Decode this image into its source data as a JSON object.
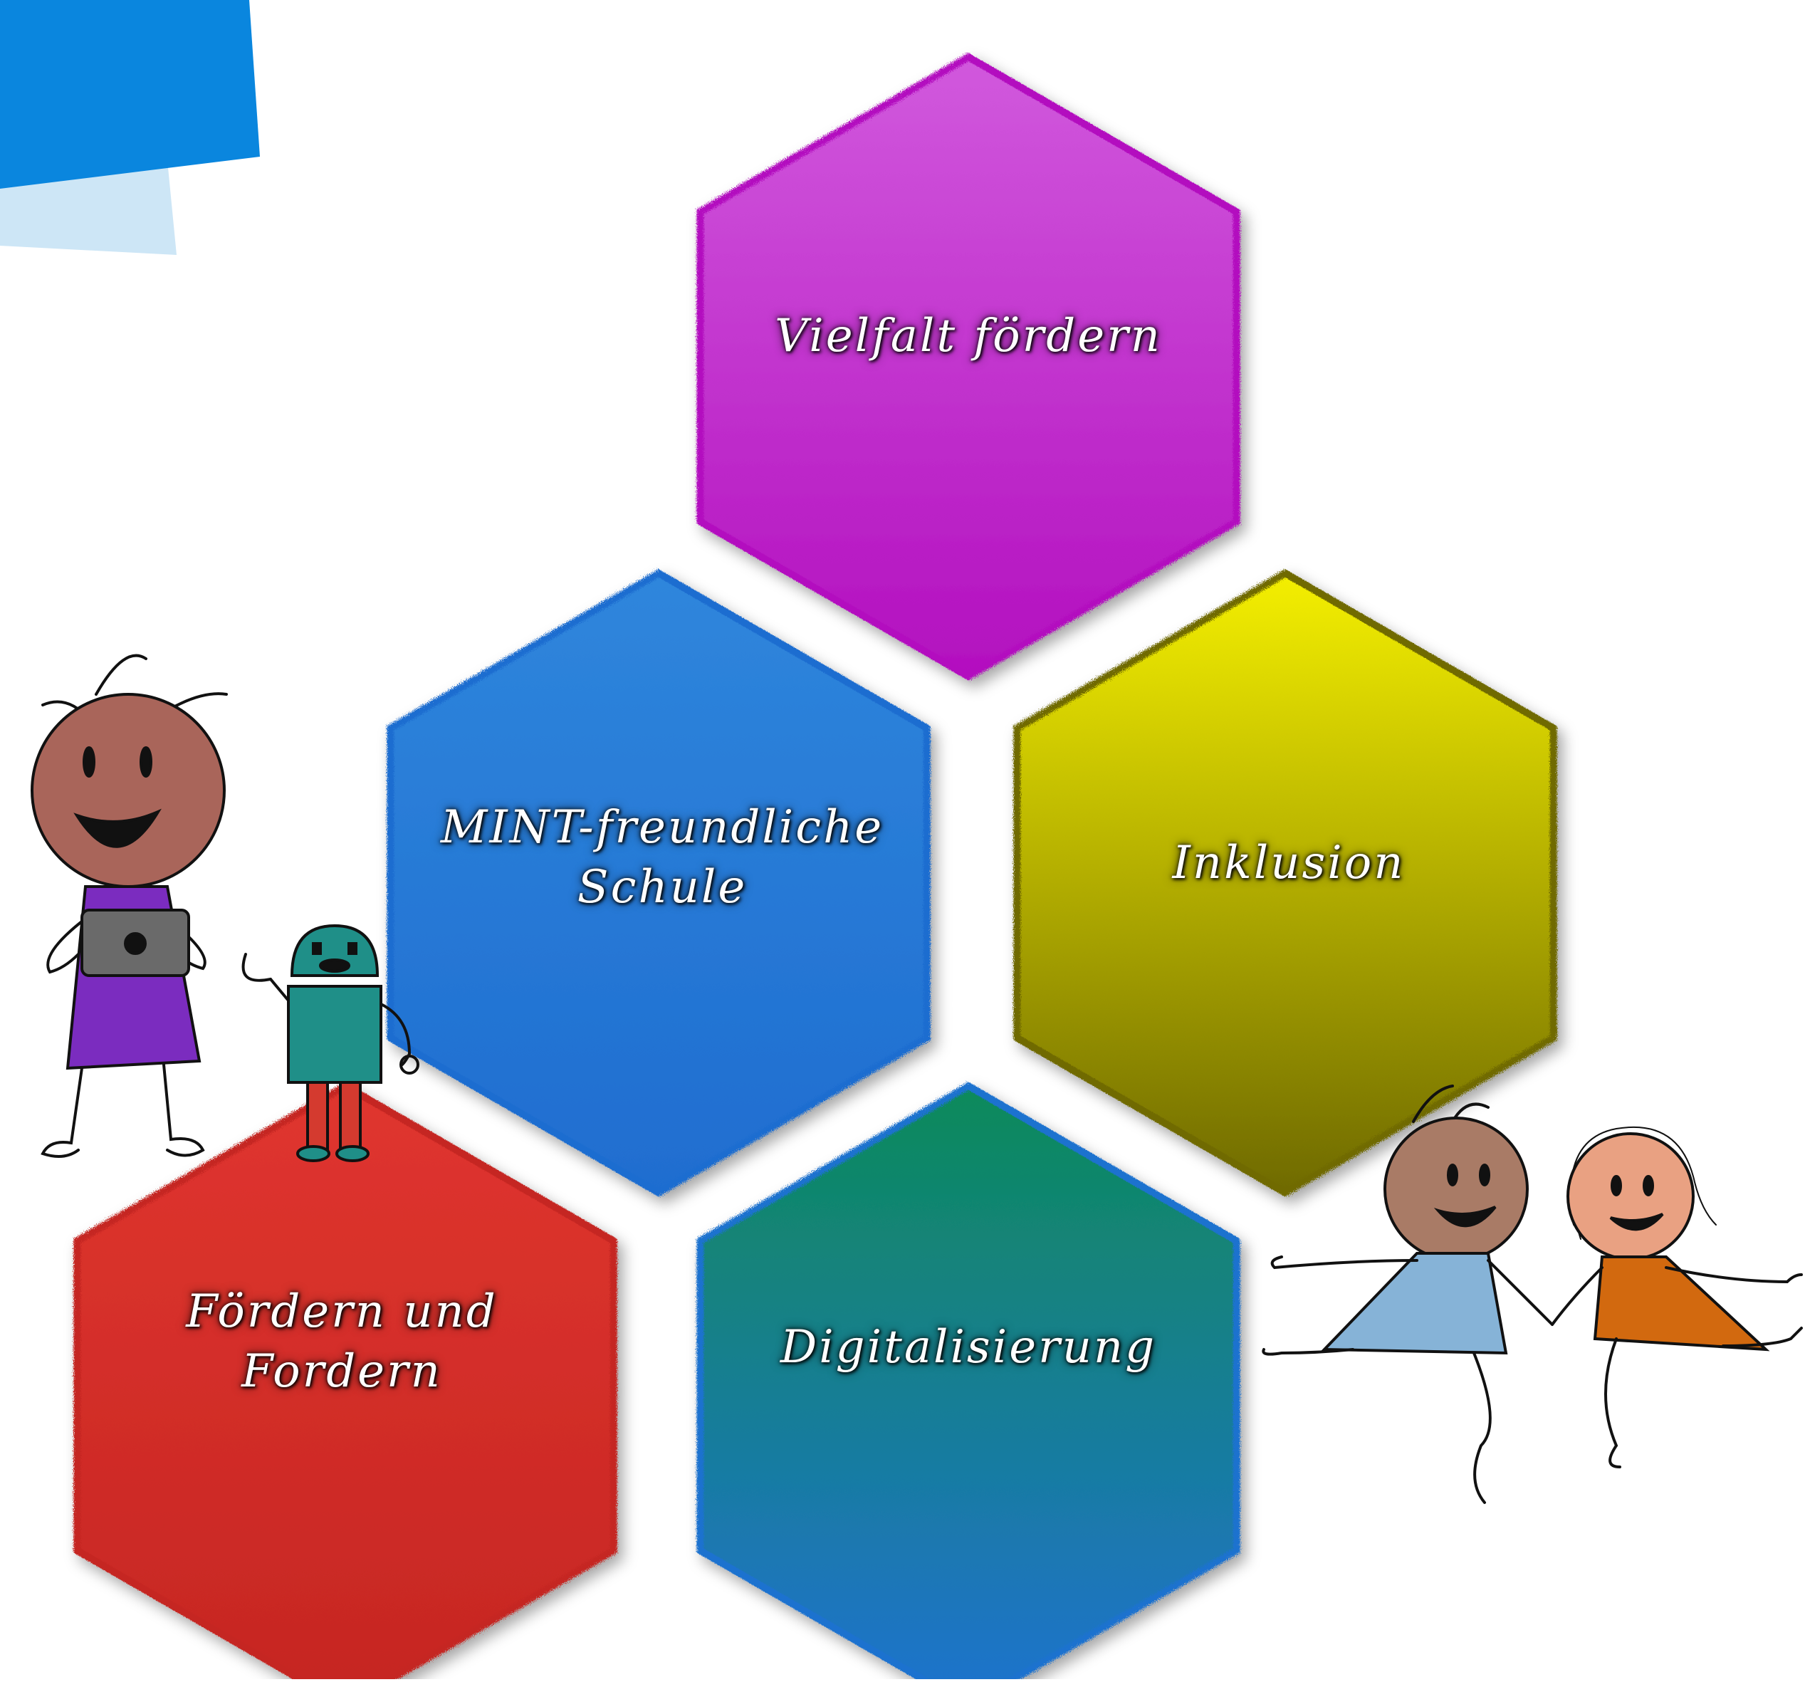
{
  "hexagons": [
    {
      "id": "vielfalt",
      "label": "Vielfalt fördern",
      "color_top": "#d159dd",
      "color_bottom": "#b30fbf"
    },
    {
      "id": "mint",
      "label": "MINT-freundliche\nSchule",
      "color_top": "#2f86dc",
      "color_bottom": "#1f6dd0"
    },
    {
      "id": "inklusion",
      "label": "Inklusion",
      "color_top": "#f4ef00",
      "color_bottom": "#6f6a00"
    },
    {
      "id": "foerdern",
      "label": "Fördern und\nFordern",
      "color_top": "#e0352f",
      "color_bottom": "#c52622"
    },
    {
      "id": "digital",
      "label": "Digitalisierung",
      "color_top": "#0e8a5a",
      "color_bottom": "#1f72cf"
    }
  ],
  "corner_shapes": {
    "dark_blue": "#0a86de",
    "light_blue": "#cde6f6"
  },
  "figures": {
    "girl_with_tablet": {
      "skin": "#a9655a",
      "dress": "#7b2cbf",
      "tablet": "#6a6a6a"
    },
    "robot": {
      "body": "#1f8f88",
      "legs": "#d43a2f"
    },
    "kid_blue_dress": {
      "skin": "#a97b66",
      "dress": "#86b3d7"
    },
    "kid_orange_dress": {
      "skin": "#e9a182",
      "dress": "#d2690f"
    }
  }
}
